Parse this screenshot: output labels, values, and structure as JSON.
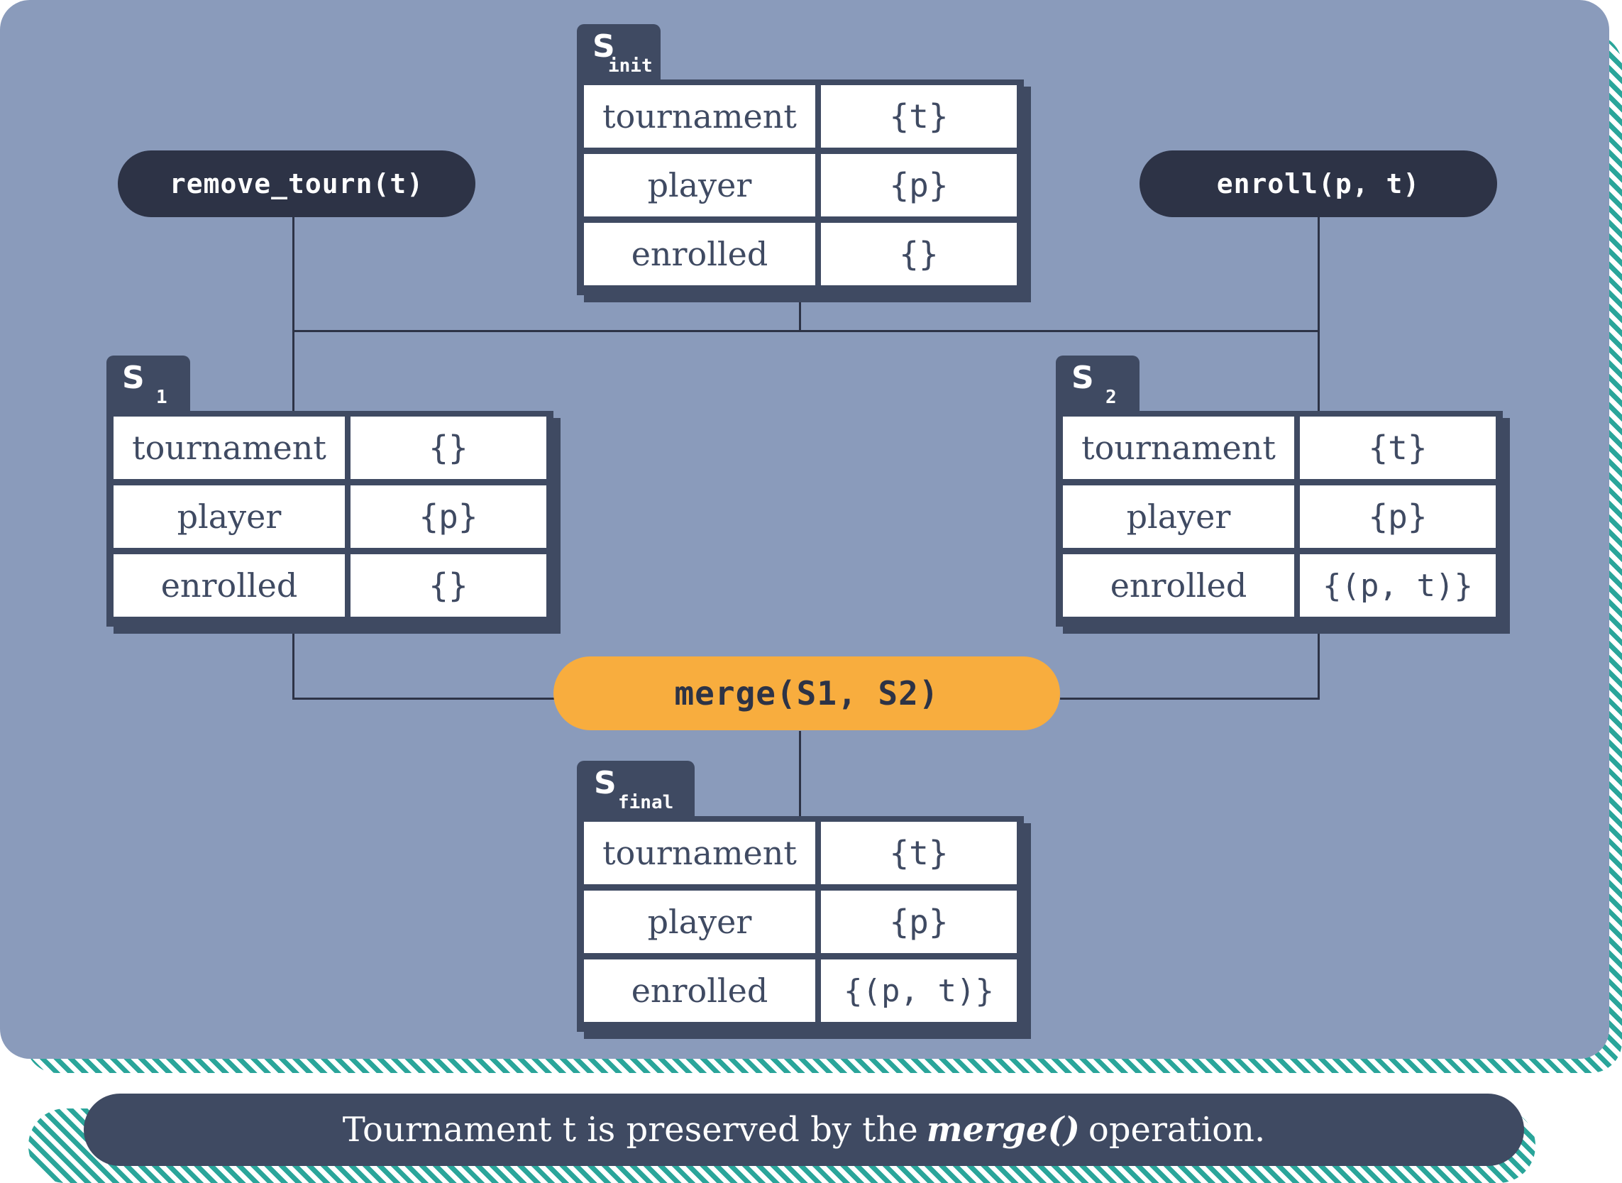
{
  "operations": {
    "remove": "remove_tourn(t)",
    "enroll": "enroll(p, t)",
    "merge": "merge(S1, S2)"
  },
  "states": [
    {
      "id": "init",
      "label": "S",
      "sub": "init",
      "rows": [
        {
          "key": "tournament",
          "value": "{t}"
        },
        {
          "key": "player",
          "value": "{p}"
        },
        {
          "key": "enrolled",
          "value": "{}"
        }
      ]
    },
    {
      "id": "s1",
      "label": "S",
      "sub": "1",
      "rows": [
        {
          "key": "tournament",
          "value": "{}"
        },
        {
          "key": "player",
          "value": "{p}"
        },
        {
          "key": "enrolled",
          "value": "{}"
        }
      ]
    },
    {
      "id": "s2",
      "label": "S",
      "sub": "2",
      "rows": [
        {
          "key": "tournament",
          "value": "{t}"
        },
        {
          "key": "player",
          "value": "{p}"
        },
        {
          "key": "enrolled",
          "value": "{(p, t)}"
        }
      ]
    },
    {
      "id": "final",
      "label": "S",
      "sub": "final",
      "rows": [
        {
          "key": "tournament",
          "value": "{t}"
        },
        {
          "key": "player",
          "value": "{p}"
        },
        {
          "key": "enrolled",
          "value": "{(p, t)}"
        }
      ]
    }
  ],
  "caption": {
    "before": "Tournament t is preserved by the",
    "emphasis": "merge()",
    "after": "operation."
  },
  "colors": {
    "panel": "#8a9bbb",
    "dark": "#2d3346",
    "accent": "#f8ad3e",
    "stripe": "#2aa59a"
  }
}
